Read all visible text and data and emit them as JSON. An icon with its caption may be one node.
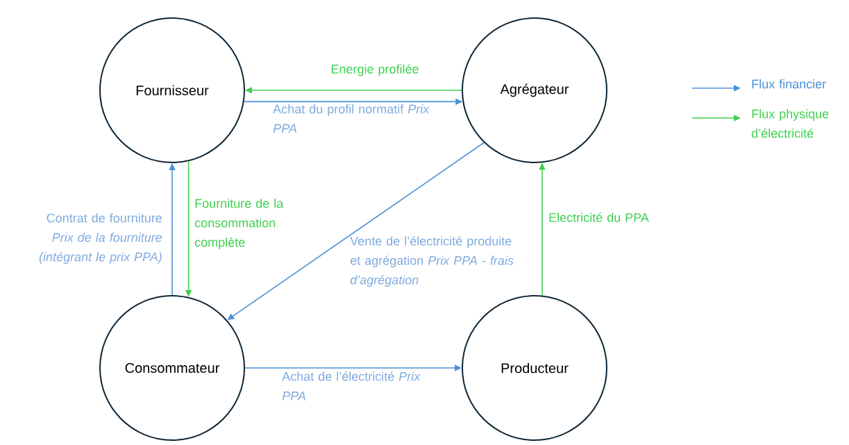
{
  "diagram": {
    "nodes": [
      {
        "text": [
          "Fournisseur"
        ]
      },
      {
        "text": [
          "Agrégateur"
        ]
      },
      {
        "text": [
          "Consommateur"
        ]
      },
      {
        "text": [
          "Producteur"
        ]
      }
    ],
    "edges": [
      {
        "from": 1,
        "to": 0,
        "arrow": "to",
        "label": "Energie profilée",
        "color": "#3fcf4f"
      },
      {
        "from": 0,
        "to": 1,
        "arrow": "to",
        "label": "Achat du profil normatif *Prix PPA*"
      },
      {
        "from": 2,
        "to": 0,
        "arrow": "to",
        "label": "Contrat de fourniture *Prix de la fourniture (intégrant le prix PPA)*"
      },
      {
        "from": 0,
        "to": 2,
        "arrow": "to",
        "label": "Fourniture de la consommation complète",
        "color": "#3fcf4f"
      },
      {
        "from": 1,
        "to": 2,
        "arrow": "to",
        "label": "Vente de l’électricité produite et agrégation *Prix PPA - frais d’agrégation*"
      },
      {
        "from": 2,
        "to": 3,
        "arrow": "to",
        "label": "Achat de l’électricité *Prix PPA*"
      },
      {
        "from": 3,
        "to": 1,
        "arrow": "to",
        "label": "Electricité du PPA",
        "color": "#3fcf4f"
      }
    ],
    "legend": [
      {
        "text": "Flux financier"
      },
      {
        "text": "Flux physique d’électricité"
      }
    ]
  }
}
